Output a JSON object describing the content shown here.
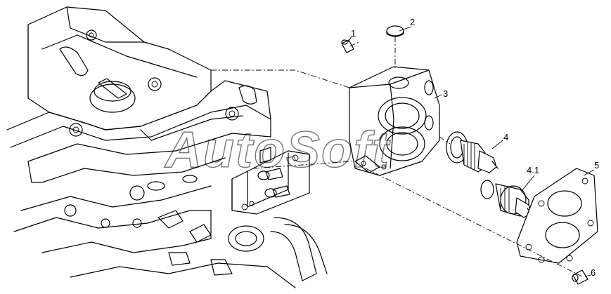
{
  "callouts": [
    {
      "id": "1",
      "label": "1"
    },
    {
      "id": "2",
      "label": "2"
    },
    {
      "id": "3",
      "label": "3"
    },
    {
      "id": "4",
      "label": "4"
    },
    {
      "id": "4_1",
      "label": "4.1"
    },
    {
      "id": "5",
      "label": "5"
    },
    {
      "id": "6",
      "label": "6"
    }
  ],
  "watermark": "AutoSoft"
}
